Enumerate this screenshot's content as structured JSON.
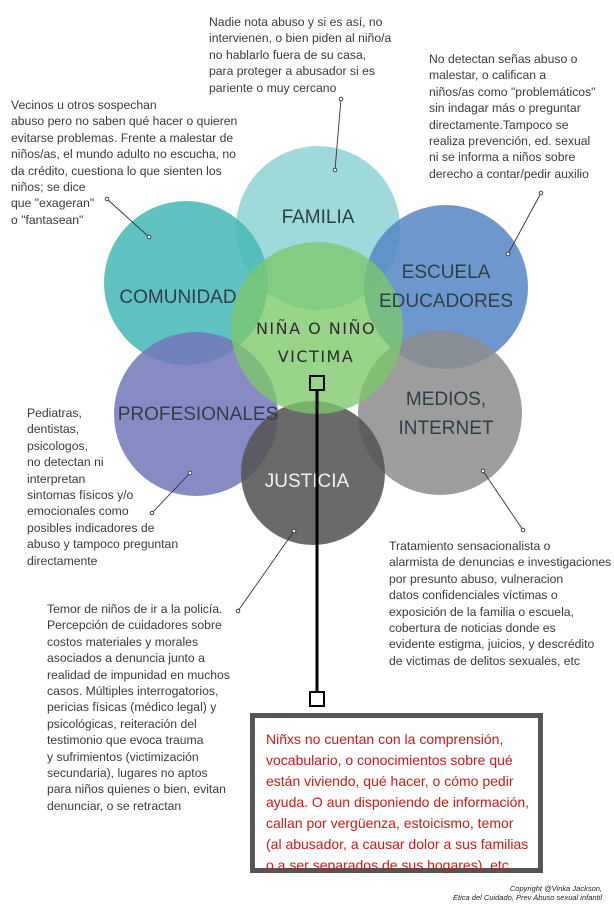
{
  "colors": {
    "familia": "#8dd3d5",
    "comunidad": "#45b8b6",
    "escuela": "#5586c4",
    "profesionales": "#7277b8",
    "medios": "#8c8c8c",
    "justicia": "#555555",
    "centro": "#7cc86a",
    "callout_text": "#cc1a14",
    "callout_border": "#555555"
  },
  "circles": {
    "familia": "FAMILIA",
    "comunidad": "COMUNIDAD",
    "escuela_line1": "ESCUELA",
    "escuela_line2": "EDUCADORES",
    "profesionales": "PROFESIONALES",
    "medios_line1": "MEDIOS,",
    "medios_line2": "INTERNET",
    "justicia": "JUSTICIA",
    "centro_line1": "NIÑA O NIÑO",
    "centro_line2": "VICTIMA"
  },
  "annotations": {
    "familia": "Nadie nota abuso y si es así, no\nintervienen, o bien piden al niño/a\nno hablarlo fuera de su casa,\npara proteger a abusador si es\npariente o muy cercano",
    "comunidad": "Vecinos u otros sospechan\nabuso pero no saben qué hacer o quieren\nevitarse problemas. Frente a malestar de\nniños/as, el mundo adulto no escucha, no\nda crédito, cuestiona lo que sienten los\nniños; se dice\nque \"exageran\"\no \"fantasean\"",
    "escuela": "No detectan señas abuso o\nmalestar, o califican a\nniños/as como \"problemáticos\"\nsin indagar más o preguntar\ndirectamente.Tampoco se\nrealiza prevención, ed. sexual\nni se informa a niños sobre\nderecho a contar/pedir auxilio",
    "profesionales": "Pediatras,\ndentistas,\npsicologos,\nno detectan ni\ninterpretan\nsintomas físicos y/o\nemocionales como\nposibles indicadores de\nabuso  y tampoco preguntan\ndirectamente",
    "medios": "Tratamiento sensacionalista o\nalarmista de denuncias e investigaciones\npor presunto abuso, vulneracion\ndatos confidenciales víctimas o\nexposición de la familia o escuela,\ncobertura de noticias donde es\nevidente estigma, juicios, y descrédito\nde victimas de delitos sexuales, etc",
    "justicia": "Temor de niños de ir a la policía.\nPercepción de cuidadores sobre\ncostos materiales y morales\nasociados a denuncia junto a\nrealidad de impunidad en muchos\ncasos. Múltiples interrogatorios,\npericias físicas (médico legal) y\npsicológicas, reiteración del\ntestimonio que evoca trauma\ny sufrimientos (victimización\nsecundaria), lugares no aptos\npara niños quienes o bien, evitan\ndenunciar, o se retractan"
  },
  "callout": "Niñxs no cuentan con la comprensión,\nvocabulario,  o conocimientos sobre qué\nestán viviendo, qué hacer, o cómo pedir\nayuda. O aun disponiendo de información,\ncallan por vergüenza, estoicismo, temor\n(al abusador, a causar dolor a sus familias\no a ser separados de sus hogares), etc.",
  "copyright": "Copyright @Vinka Jackson,\nEtica del Cuidado, Prev Abuso sexual infantil"
}
